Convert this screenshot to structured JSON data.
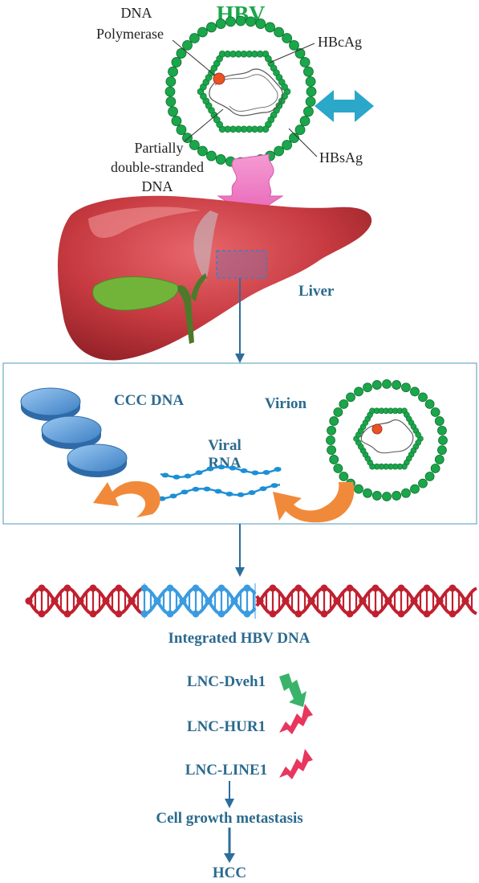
{
  "virus": {
    "title": "HBV",
    "labels": {
      "dna_polymerase_line1": "DNA",
      "dna_polymerase_line2": "Polymerase",
      "hbcag": "HBcAg",
      "hbsag": "HBsAg",
      "partial_line1": "Partially",
      "partial_line2": "double-stranded",
      "partial_line3": "DNA"
    }
  },
  "organ": {
    "label": "Liver"
  },
  "replication_panel": {
    "ccc_dna": "CCC DNA",
    "virion": "Virion",
    "viral_rna_line1": "Viral",
    "viral_rna_line2": "RNA"
  },
  "integration": {
    "label": "Integrated HBV DNA"
  },
  "lncrnas": [
    {
      "name": "LNC-Dveh1",
      "trend": "down"
    },
    {
      "name": "LNC-HUR1",
      "trend": "up"
    },
    {
      "name": "LNC-LINE1",
      "trend": "up"
    }
  ],
  "outcomes": {
    "cell_growth": "Cell growth metastasis",
    "hcc": "HCC"
  },
  "colors": {
    "title_green": "#1aa64a",
    "bead_green": "#1aa64a",
    "label_blue": "#2b6a8e",
    "arrow_blue": "#2d6d9c",
    "liver_red": "#c0383d",
    "pink_arrow": "#f07cc4",
    "teal_arrow": "#2ba7c9",
    "orange_arrow": "#f08a3a",
    "dna_red": "#c0202f",
    "dna_blue": "#3a9be0",
    "trend_down": "#39b36a",
    "trend_up": "#e8365e"
  }
}
